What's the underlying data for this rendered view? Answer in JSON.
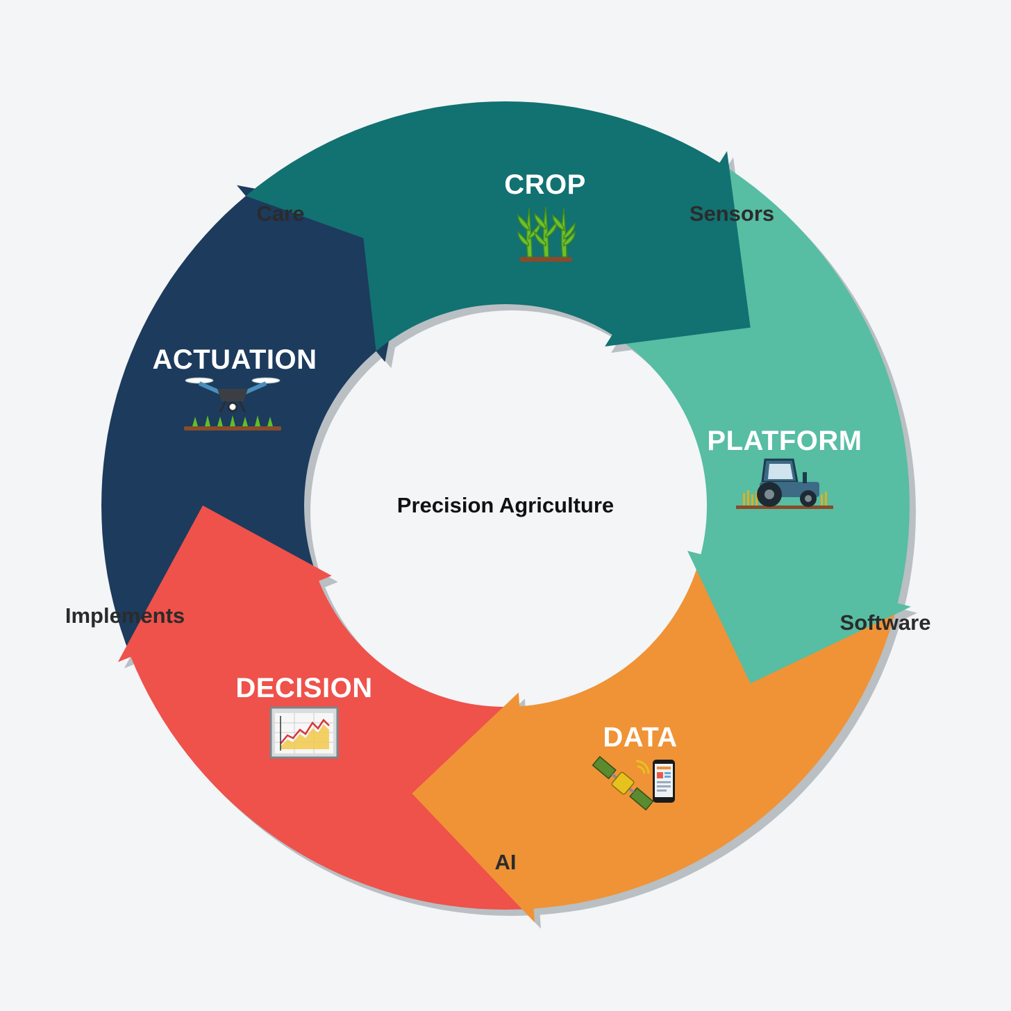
{
  "center_title": "Precision Agriculture",
  "colors": {
    "background": "#f3f5f7",
    "shadow": "#b9bfc3",
    "crop": "#127171",
    "platform": "#57bda3",
    "data": "#ef9336",
    "decision": "#ef514b",
    "actuation": "#1c3b5d"
  },
  "segments": [
    {
      "id": "crop",
      "label": "CROP",
      "icon": "crop-plants-icon"
    },
    {
      "id": "platform",
      "label": "PLATFORM",
      "icon": "tractor-icon"
    },
    {
      "id": "data",
      "label": "DATA",
      "icon": "satellite-phone-icon"
    },
    {
      "id": "decision",
      "label": "DECISION",
      "icon": "chart-board-icon"
    },
    {
      "id": "actuation",
      "label": "ACTUATION",
      "icon": "drone-icon"
    }
  ],
  "connectors": [
    {
      "from": "crop",
      "to": "platform",
      "label": "Sensors"
    },
    {
      "from": "platform",
      "to": "data",
      "label": "Software"
    },
    {
      "from": "data",
      "to": "decision",
      "label": "AI"
    },
    {
      "from": "decision",
      "to": "actuation",
      "label": "Implements"
    },
    {
      "from": "actuation",
      "to": "crop",
      "label": "Care"
    }
  ]
}
